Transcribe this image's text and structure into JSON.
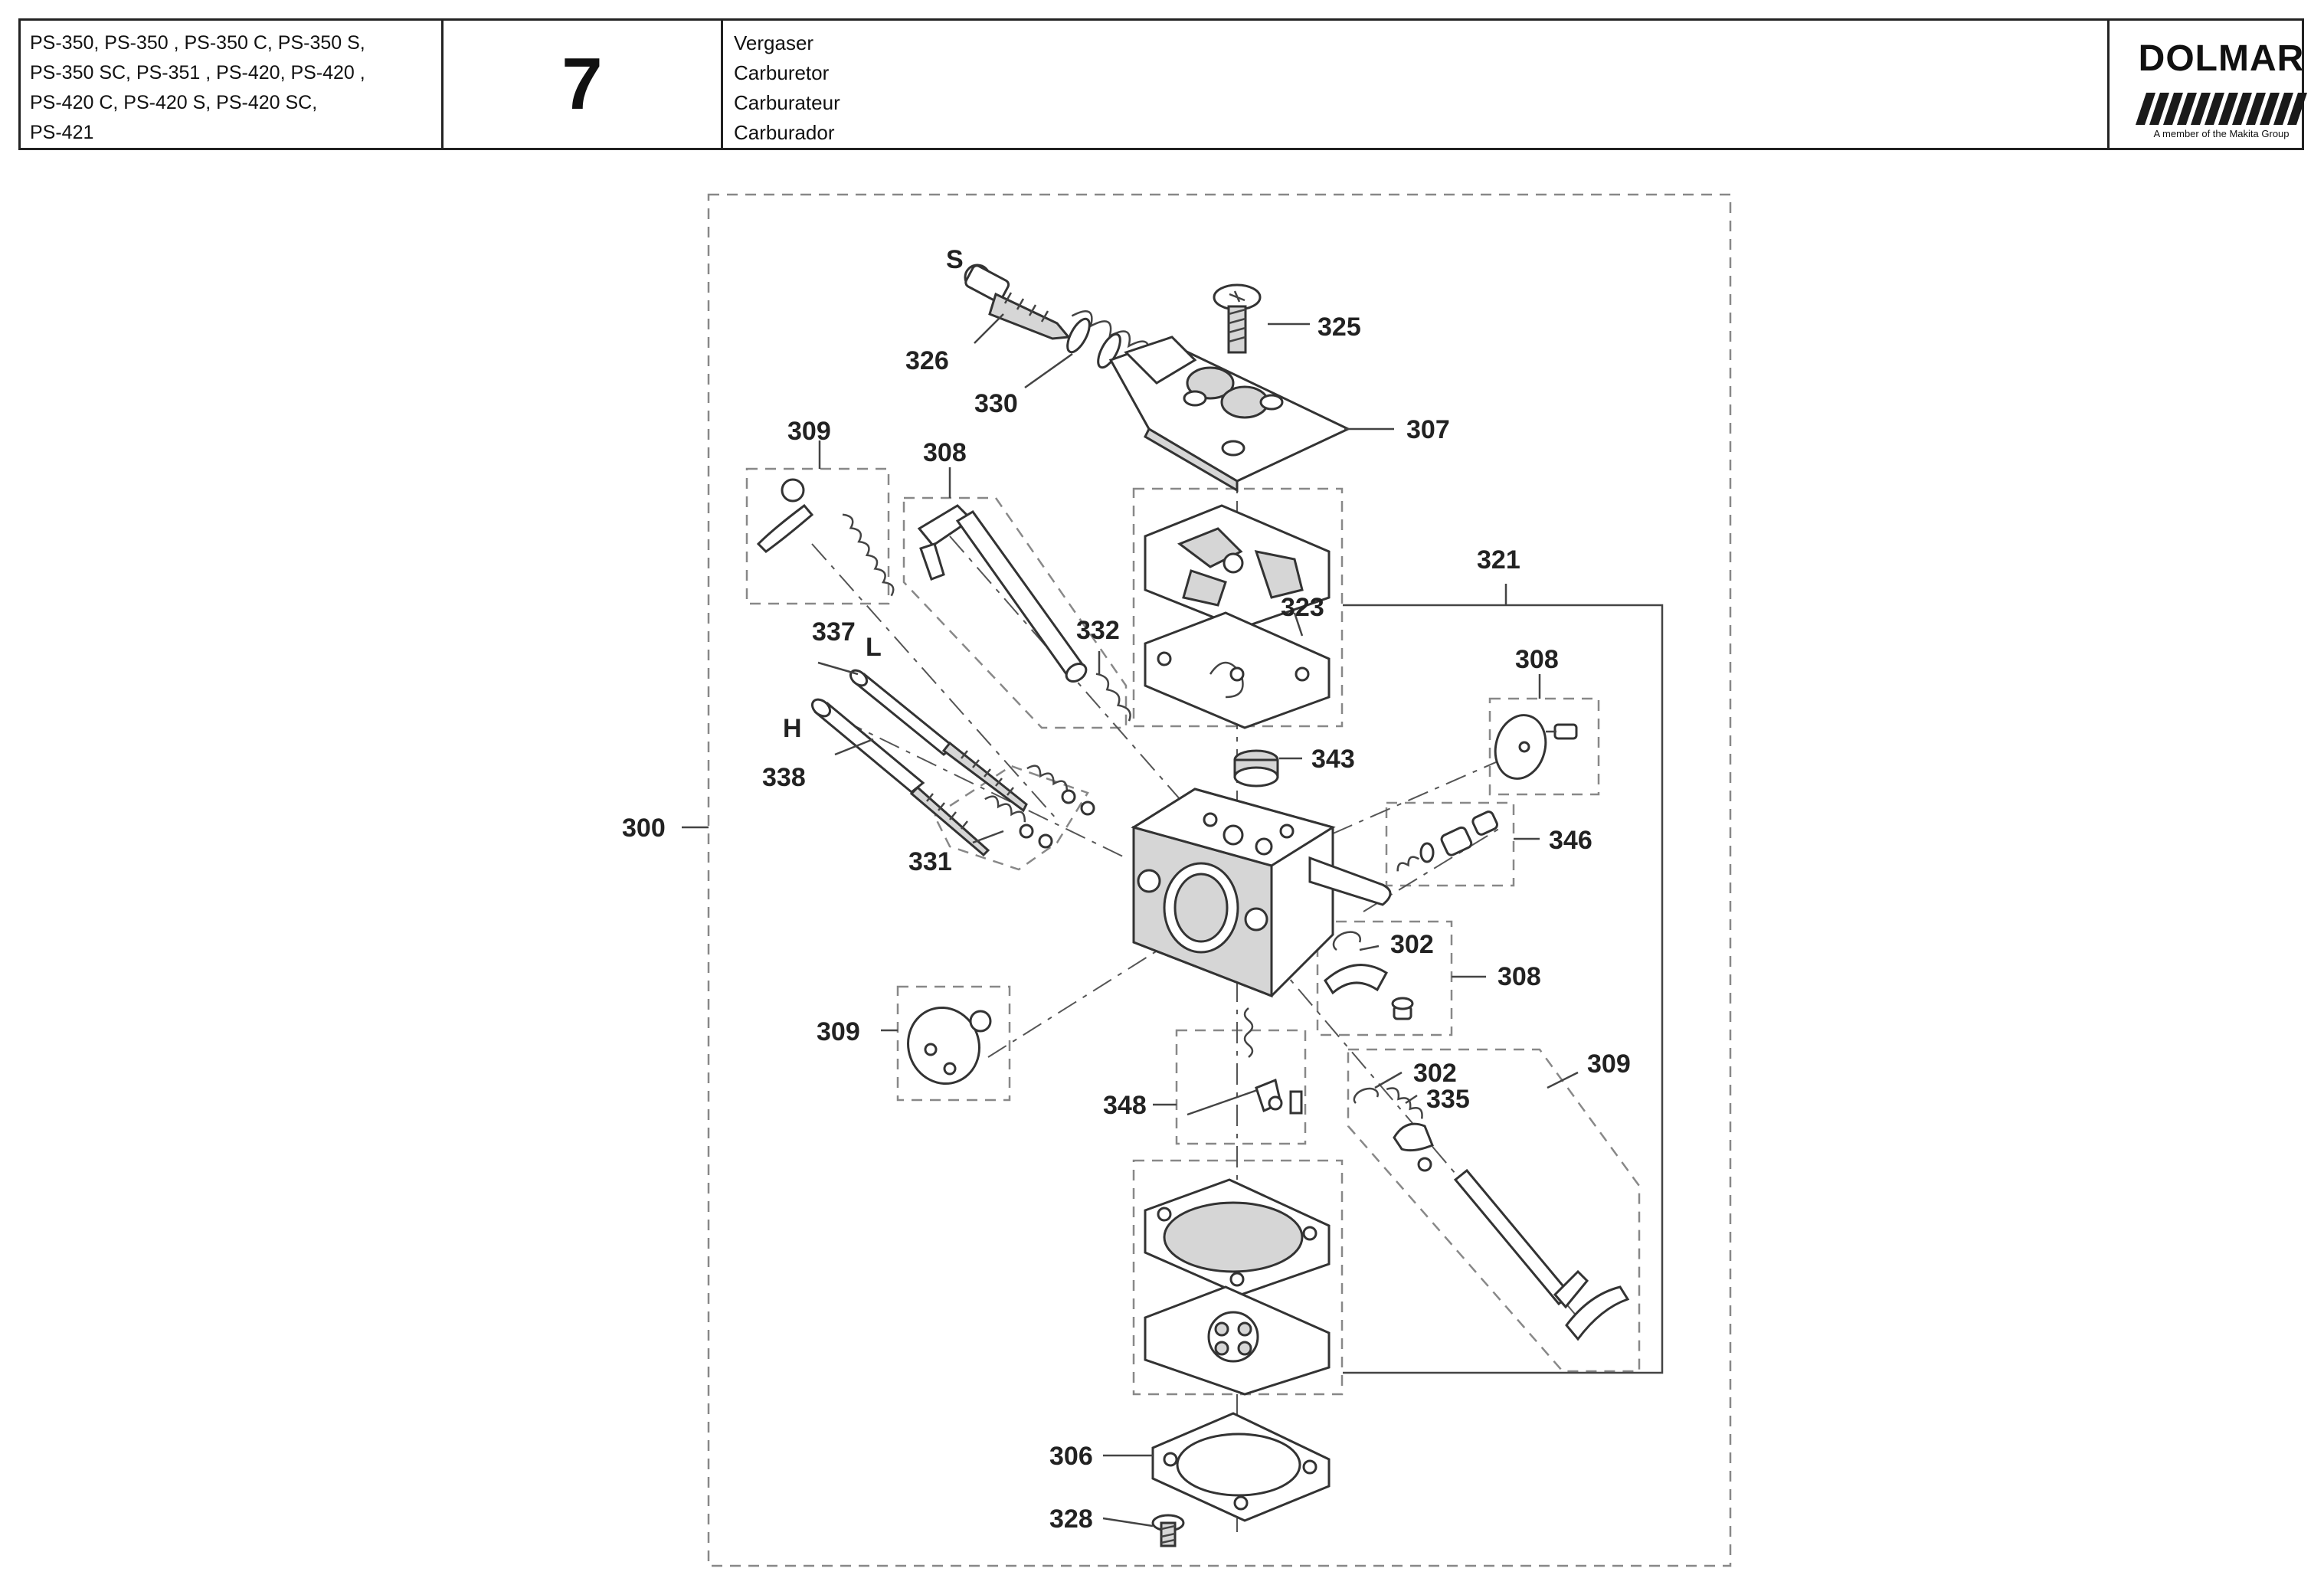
{
  "header": {
    "model_lines": [
      "PS-350, PS-350 , PS-350 C, PS-350 S,",
      "PS-350 SC, PS-351 , PS-420, PS-420 ,",
      "PS-420 C, PS-420 S, PS-420 SC,",
      "PS-421"
    ],
    "section_number": "7",
    "titles": [
      "Vergaser",
      "Carburetor",
      "Carburateur",
      "Carburador"
    ],
    "brand": "DOLMAR",
    "brand_tagline": "A member of the Makita Group"
  },
  "diagram": {
    "labels": {
      "p300": "300",
      "p302a": "302",
      "p302b": "302",
      "p306": "306",
      "p307": "307",
      "p308a": "308",
      "p308b": "308",
      "p308c": "308",
      "p309a": "309",
      "p309b": "309",
      "p309c": "309",
      "p321": "321",
      "p323": "323",
      "p325": "325",
      "p326": "326",
      "p328": "328",
      "p330": "330",
      "p331": "331",
      "p332": "332",
      "p335": "335",
      "p337": "337",
      "p338": "338",
      "p343": "343",
      "p346": "346",
      "p348": "348",
      "S": "S",
      "L": "L",
      "H": "H"
    }
  }
}
